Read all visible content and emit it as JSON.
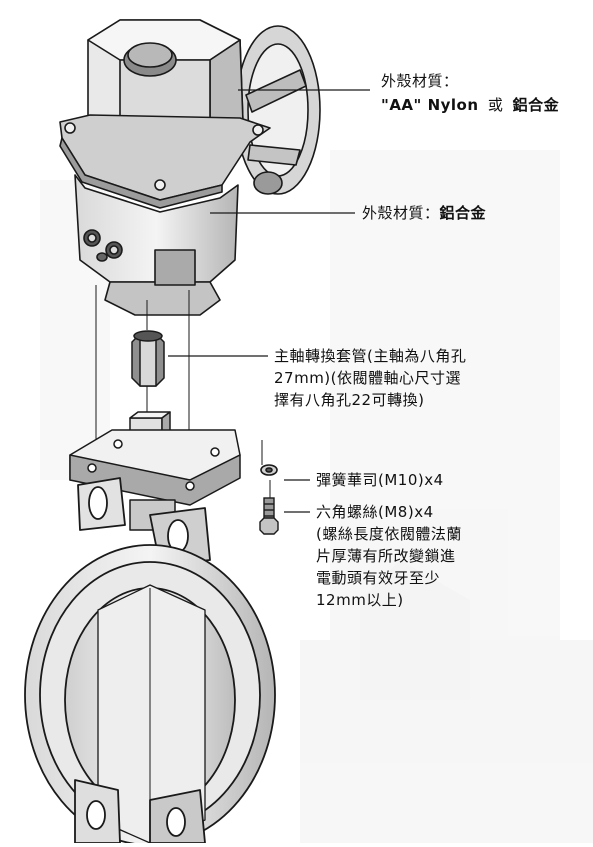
{
  "labels": {
    "actuator_housing": {
      "line1": "外殼材質：",
      "line2_prefix": "\"AA\" Nylon",
      "line2_or": "或",
      "line2_alloy": "鋁合金"
    },
    "bracket_housing": {
      "prefix": "外殼材質：",
      "alloy": "鋁合金"
    },
    "shaft_adapter": {
      "text": "主軸轉換套管(主軸為八角孔\n27mm)(依閥體軸心尺寸選\n擇有八角孔22可轉換)"
    },
    "spring_washer": {
      "text": "彈簧華司(M10)x4"
    },
    "hex_bolt": {
      "text": "六角螺絲(M8)x4\n(螺絲長度依閥體法蘭\n片厚薄有所改變鎖進\n電動頭有效牙至少\n12mm以上)"
    }
  },
  "colors": {
    "line": "#1a1a1a",
    "metal_light": "#e6e6e6",
    "metal_mid": "#bdbdbd",
    "metal_dark": "#7a7a7a",
    "watermark": "#efefef"
  }
}
